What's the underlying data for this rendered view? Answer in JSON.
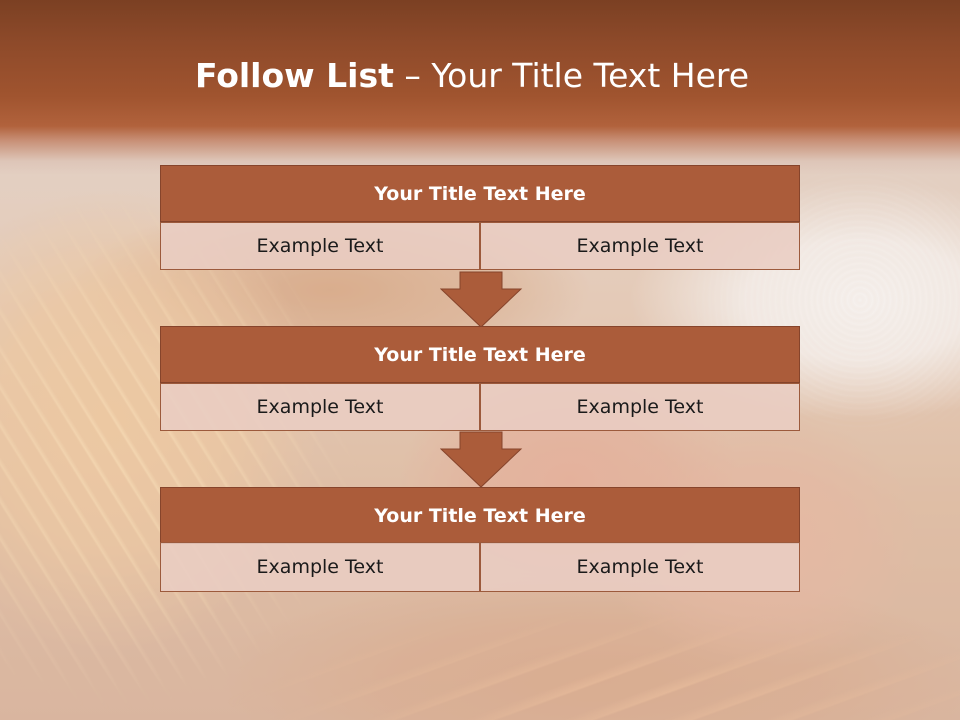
{
  "slide": {
    "title_bold": "Follow List",
    "title_rest": " – Your Title Text Here"
  },
  "colors": {
    "header_band": "#8e4a2a",
    "block_title_bg": "#ab5c3a",
    "block_cell_bg": "#e9cdc3",
    "arrow_fill": "#ab5c3a"
  },
  "blocks": [
    {
      "title": "Your Title Text Here",
      "left_text": "Example Text",
      "right_text": "Example Text"
    },
    {
      "title": "Your Title Text Here",
      "left_text": "Example Text",
      "right_text": "Example Text"
    },
    {
      "title": "Your Title Text Here",
      "left_text": "Example Text",
      "right_text": "Example Text"
    }
  ]
}
